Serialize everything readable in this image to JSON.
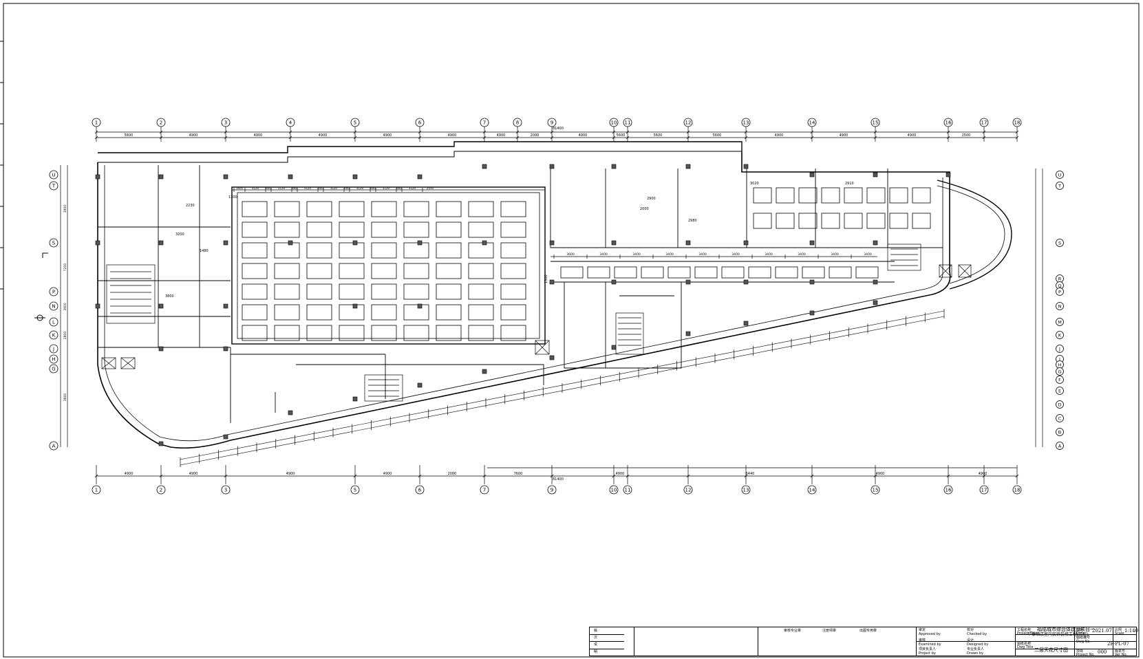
{
  "grid": {
    "columns_top": [
      "1",
      "2",
      "3",
      "4",
      "5",
      "6",
      "7",
      "8",
      "9",
      "10",
      "11",
      "12",
      "13",
      "14",
      "15",
      "16",
      "17",
      "18"
    ],
    "columns_bottom": [
      "1",
      "2",
      "3",
      "5",
      "6",
      "7",
      "9",
      "10",
      "11",
      "12",
      "13",
      "14",
      "15",
      "16",
      "17",
      "18"
    ],
    "rows_left": [
      "U",
      "T",
      "S",
      "P",
      "N",
      "L",
      "K",
      "J",
      "H",
      "G",
      "A"
    ],
    "rows_right": [
      "U",
      "T",
      "S",
      "R",
      "Q",
      "P",
      "N",
      "M",
      "K",
      "J",
      "I",
      "H",
      "G",
      "F",
      "E",
      "D",
      "C",
      "B",
      "A"
    ]
  },
  "dimensions": {
    "top_overall": "81400",
    "bottom_overall": "81400",
    "top_chain": [
      "5600",
      "4900",
      "4900",
      "4900",
      "4900",
      "4900",
      "4900",
      "2000",
      "4900",
      "5600",
      "5600",
      "5600",
      "4900",
      "4900",
      "4900",
      "2500"
    ],
    "hall_bays": [
      "1600",
      "3120",
      "600",
      "3120",
      "600",
      "3120",
      "600",
      "3120",
      "600",
      "3120",
      "600",
      "3120",
      "600",
      "3120",
      "2050"
    ],
    "corridor_chain": [
      "3600",
      "3400",
      "3400",
      "3400",
      "3400",
      "3400",
      "3400",
      "3400",
      "3400",
      "3400"
    ],
    "bottom_chain": [
      "4900",
      "4900",
      "4900",
      "4900",
      "2000",
      "7600",
      "4900",
      "6440",
      "4900",
      "4900"
    ],
    "left_chain": [
      "3900",
      "7200",
      "3900",
      "2800",
      "3600"
    ]
  },
  "annotations": {
    "hall_width": "1300",
    "corner_mark": "1300",
    "room_labels": [
      "2230",
      "3800",
      "3200",
      "2000",
      "1480",
      "2900",
      "3020",
      "2980",
      "2910"
    ]
  },
  "titleblock": {
    "dept_sign": "审核专业章",
    "reg_seal": "注册师章",
    "pub_seal": "出图专用章",
    "approved_cn": "审定",
    "approved_en": "Approved by",
    "examined_cn": "审核",
    "examined_en": "Examined by",
    "project_lead_cn": "项目负责人",
    "project_lead_en": "Project by",
    "checked_cn": "校对",
    "checked_en": "Checked by",
    "designed_cn": "设计",
    "designed_en": "Designed by",
    "discipline_lead_cn": "专业负责人",
    "drawn_en": "Drawn by",
    "project_name_label": "工程名称",
    "project_name_en": "Project Title",
    "project_name": "福临城市综合体建设项目一",
    "project_name_2": "华泰酒店室内装饰装修工程(二层)",
    "drawing_name_label": "图纸名称",
    "drawing_name_en": "Dwg Title",
    "drawing_name": "二层天花尺寸图",
    "date_label": "日期",
    "date_en": "Date",
    "date": "2021.07",
    "scale_label": "比例",
    "scale_en": "Scale",
    "scale": "1:140",
    "dwg_no_label": "图纸编号",
    "dwg_no_en": "Dwg No.",
    "dwg_no": "2F-PL-07",
    "project_no_label": "项目",
    "project_no_en": "Project No.",
    "project_no": "000",
    "version_label": "版本号",
    "version_en": "Ver No.",
    "revision_rows": [
      "版",
      "次",
      "说",
      "明"
    ]
  }
}
